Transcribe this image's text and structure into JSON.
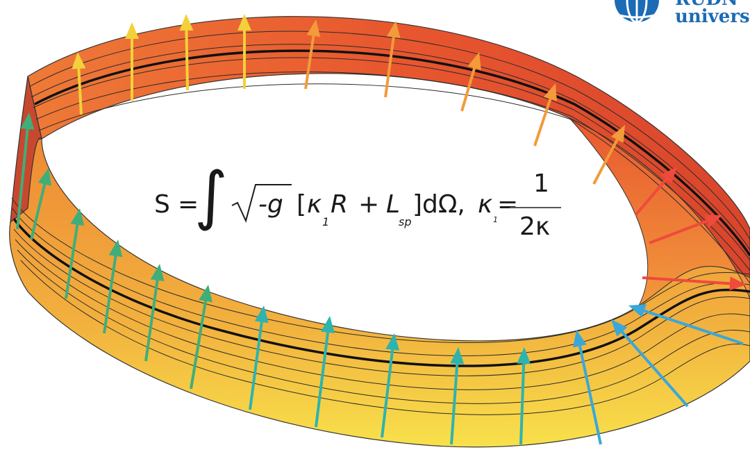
{
  "formula": {
    "S": "S",
    "eq1": "=",
    "integral": "∫",
    "sqrt_content": "-g",
    "open_bracket": "[",
    "kappa": "κ",
    "sub_one": "1",
    "R": "R",
    "plus": "+",
    "L": "L",
    "sub_sp": "sp",
    "close_part": "]dΩ,",
    "kappa2": "κ",
    "sub_one2": "1",
    "eq2": "=",
    "numerator": "1",
    "denominator": "2κ"
  },
  "logo": {
    "line1": "RUDN",
    "line2": "universi",
    "color": "#1b6bb5"
  },
  "colors": {
    "ribbon_top": "#d9452c",
    "ribbon_mid": "#ee8a35",
    "ribbon_bottom": "#f8e14b",
    "arrow_yellow": "#f3d13a",
    "arrow_orange": "#f39a3a",
    "arrow_red": "#ef4a3c",
    "arrow_green": "#3fae7a",
    "arrow_teal": "#2eb3ae",
    "arrow_blue": "#3aa7d9"
  }
}
